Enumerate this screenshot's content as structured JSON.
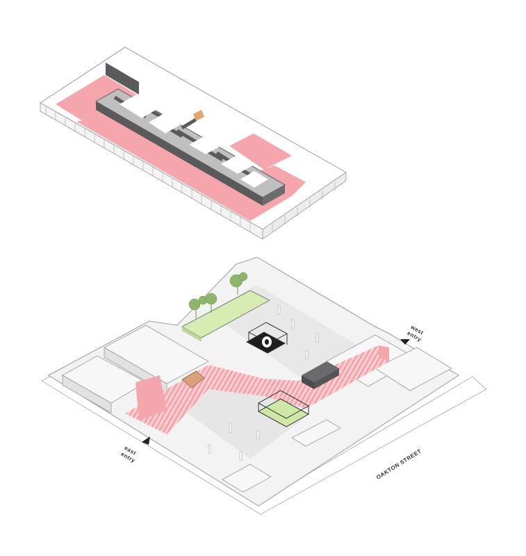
{
  "labels": {
    "west_entry": "west\nentry",
    "east_entry": "east\nentry",
    "street": "OAKTON STREET"
  },
  "colors": {
    "pink": "#f5a6ad",
    "pink_stripe": "#f7b7bd",
    "wall_dark": "#5a5a5c",
    "wall_light": "#f2f2f2",
    "line": "#9a9a9a",
    "grass": "#d7ecb3",
    "tree": "#8fb56b"
  }
}
